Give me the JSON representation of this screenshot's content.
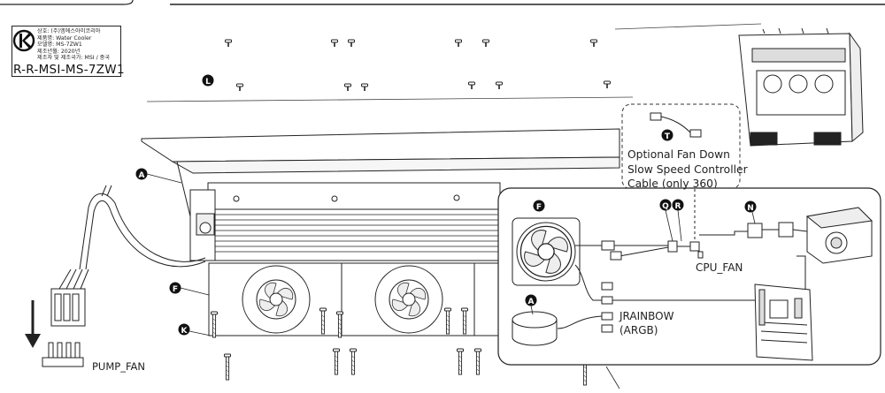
{
  "certification": {
    "lines": [
      "상호: (주)엠에스아이코리아",
      "제품명: Water Cooler",
      "모델명: MS-7ZW1",
      "제조년월: 2020년",
      "제조자 및 제조국가: MSI / 중국"
    ],
    "code": "R-R-MSI-MS-7ZW1"
  },
  "callouts": {
    "L": "L",
    "A": "A",
    "F": "F",
    "K": "K",
    "T": "T",
    "Q": "Q",
    "R": "R",
    "N": "N"
  },
  "optional_cable": {
    "lines": [
      "Optional Fan Down",
      "Slow Speed Controller",
      "Cable (only 360)"
    ]
  },
  "connectors": {
    "cpu_fan": "CPU_FAN",
    "pump_fan": "PUMP_FAN",
    "jrainbow": "JRAINBOW",
    "argb": "(ARGB)"
  },
  "colors": {
    "line": "#1a1a1a",
    "badge": "#111111"
  }
}
